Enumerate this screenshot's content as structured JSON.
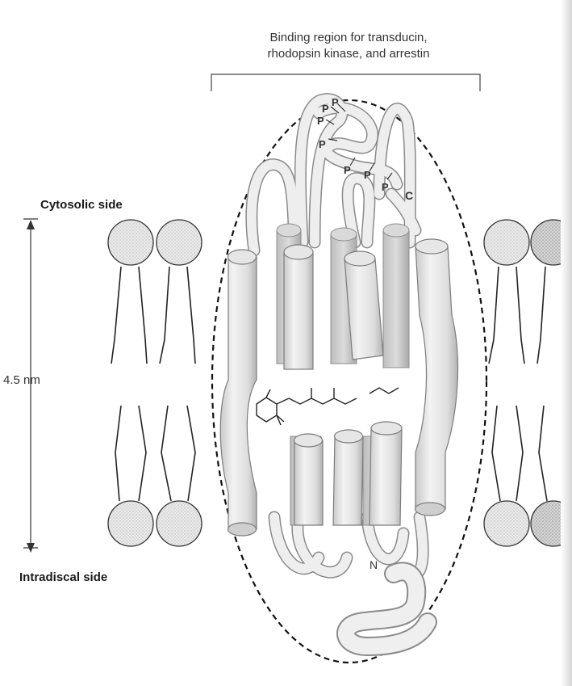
{
  "binding_region": {
    "line1": "Binding region for transducin,",
    "line2": "rhodopsin kinase, and arrestin"
  },
  "sides": {
    "cytosolic": "Cytosolic side",
    "intradiscal": "Intradiscal side"
  },
  "scale": {
    "label": "4.5 nm"
  },
  "protein": {
    "phosphate_label": "P",
    "c_terminus": "C",
    "n_terminus": "N"
  }
}
